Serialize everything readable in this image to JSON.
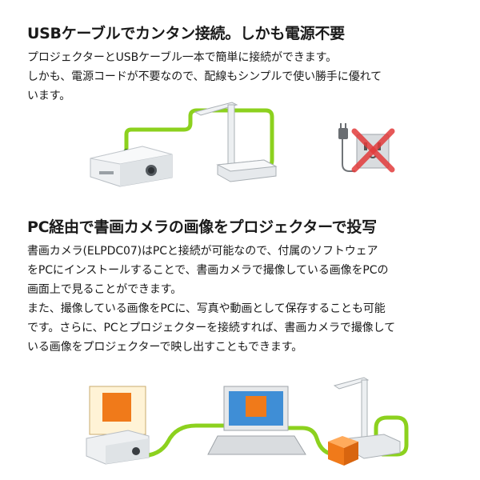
{
  "section1": {
    "heading": "USBケーブルでカンタン接続。しかも電源不要",
    "lines": [
      "プロジェクターとUSBケーブル一本で簡単に接続ができます。",
      "しかも、電源コードが不要なので、配線もシンプルで使い勝手に優れて",
      "います。"
    ]
  },
  "section2": {
    "heading": "PC経由で書画カメラの画像をプロジェクターで投写",
    "lines": [
      "書画カメラ(ELPDC07)はPCと接続が可能なので、付属のソフトウェア",
      "をPCにインストールすることで、書画カメラで撮像している画像をPCの",
      "画面上で見ることができます。",
      "また、撮像している画像をPCに、写真や動画として保存することも可能",
      "です。さらに、PCとプロジェクターを接続すれば、書画カメラで撮像して",
      "いる画像をプロジェクターで映し出すこともできます。"
    ]
  },
  "colors": {
    "cable": "#8cd11e",
    "orange": "#f07a1a",
    "cross": "#e23b3b",
    "device": "#e8ebee"
  }
}
